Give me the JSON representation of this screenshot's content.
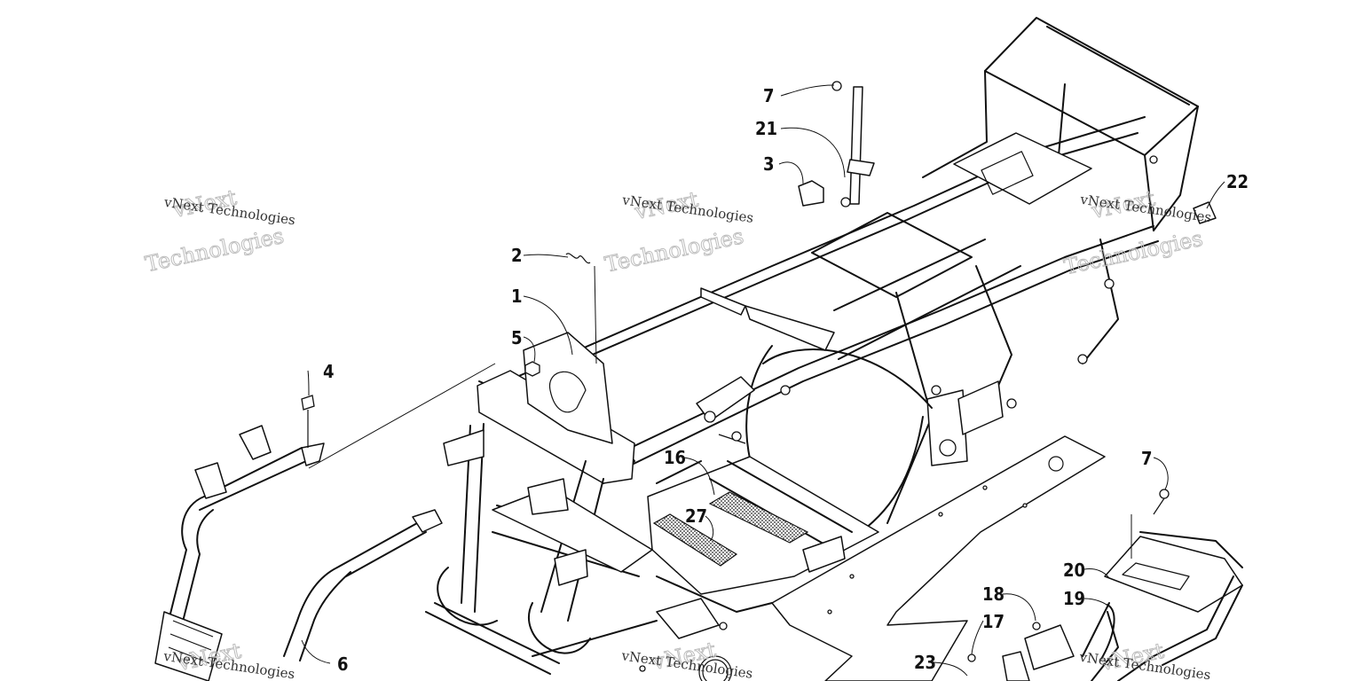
{
  "watermark": {
    "line1": "vNext Technologies",
    "line2a": "vNext",
    "line2b": "Technologies"
  },
  "callouts": [
    {
      "id": "c7a",
      "label": "7"
    },
    {
      "id": "c21",
      "label": "21"
    },
    {
      "id": "c3",
      "label": "3"
    },
    {
      "id": "c22",
      "label": "22"
    },
    {
      "id": "c2",
      "label": "2"
    },
    {
      "id": "c1",
      "label": "1"
    },
    {
      "id": "c5",
      "label": "5"
    },
    {
      "id": "c4",
      "label": "4"
    },
    {
      "id": "c16",
      "label": "16"
    },
    {
      "id": "c27",
      "label": "27"
    },
    {
      "id": "c7b",
      "label": "7"
    },
    {
      "id": "c20",
      "label": "20"
    },
    {
      "id": "c18",
      "label": "18"
    },
    {
      "id": "c19",
      "label": "19"
    },
    {
      "id": "c17",
      "label": "17"
    },
    {
      "id": "c23",
      "label": "23"
    },
    {
      "id": "c6",
      "label": "6"
    }
  ]
}
